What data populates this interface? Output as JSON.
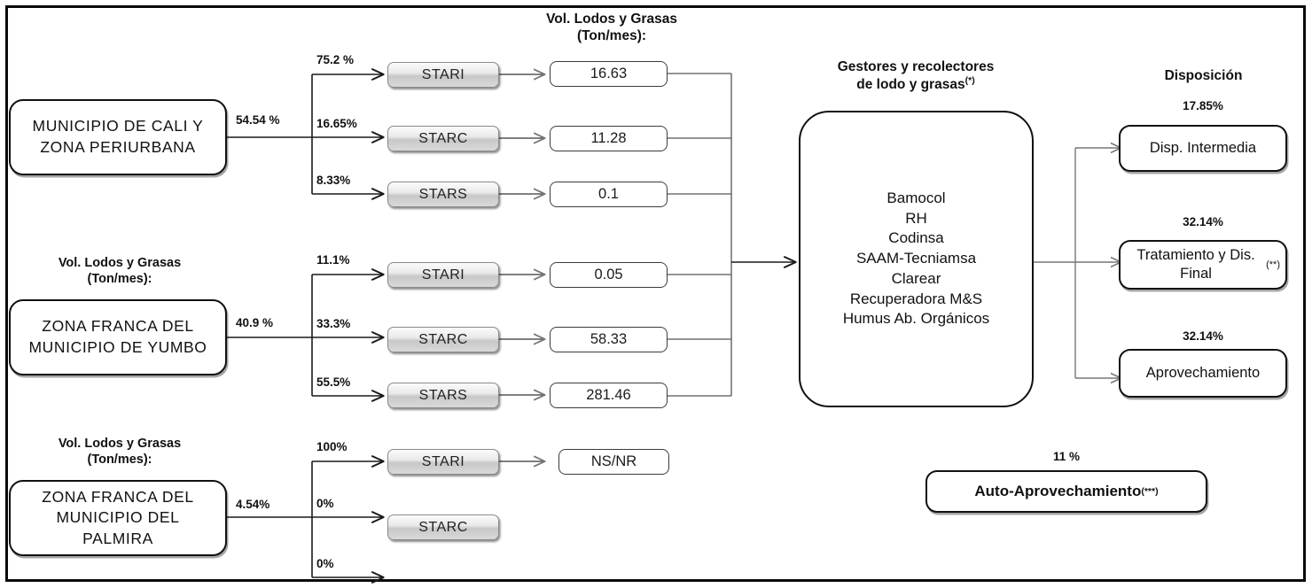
{
  "diagram": {
    "title_columns": {
      "vol_header_1": "Vol. Lodos y Grasas",
      "vol_header_2": "(Ton/mes):",
      "gestores_header_1": "Gestores y  recolectores",
      "gestores_header_2": "de lodo y grasas",
      "gestores_header_sup": "(*)",
      "disposicion_header": "Disposición"
    },
    "sources": [
      {
        "id": "cali",
        "label": "MUNICIPIO DE CALI Y ZONA PERIURBANA",
        "main_pct": "54.54 %",
        "branches": [
          {
            "pct": "75.2 %",
            "plant": "STARI",
            "value": "16.63"
          },
          {
            "pct": "16.65%",
            "plant": "STARC",
            "value": "11.28"
          },
          {
            "pct": "8.33%",
            "plant": "STARS",
            "value": "0.1"
          }
        ]
      },
      {
        "id": "yumbo",
        "caption_1": "Vol. Lodos y Grasas",
        "caption_2": "(Ton/mes):",
        "label": "ZONA FRANCA DEL MUNICIPIO DE YUMBO",
        "main_pct": "40.9 %",
        "branches": [
          {
            "pct": "11.1%",
            "plant": "STARI",
            "value": "0.05"
          },
          {
            "pct": "33.3%",
            "plant": "STARC",
            "value": "58.33"
          },
          {
            "pct": "55.5%",
            "plant": "STARS",
            "value": "281.46"
          }
        ]
      },
      {
        "id": "palmira",
        "caption_1": "Vol. Lodos y Grasas",
        "caption_2": "(Ton/mes):",
        "label": "ZONA FRANCA DEL MUNICIPIO DEL PALMIRA",
        "main_pct": "4.54%",
        "branches": [
          {
            "pct": "100%",
            "plant": "STARI",
            "value": "NS/NR"
          },
          {
            "pct": "0%",
            "plant": "STARC",
            "value": ""
          },
          {
            "pct": "0%",
            "plant": "",
            "value": ""
          }
        ]
      }
    ],
    "gestores": {
      "items": [
        "Bamocol",
        "RH",
        "Codinsa",
        "SAAM-Tecniamsa",
        "Clarear",
        "Recuperadora M&S",
        "Humus Ab. Orgánicos"
      ]
    },
    "disposicion": [
      {
        "pct": "17.85%",
        "label": "Disp. Intermedia",
        "sup": ""
      },
      {
        "pct": "32.14%",
        "label": "Tratamiento y Dis. Final ",
        "sup": "(**)"
      },
      {
        "pct": "32.14%",
        "label": "Aprovechamiento",
        "sup": ""
      }
    ],
    "auto": {
      "pct": "11 %",
      "label": "Auto-Aprovechamiento",
      "sup": "(***)"
    },
    "colors": {
      "frame": "#0a0a0a",
      "box_border": "#111111",
      "wire": "#555555",
      "wire_dark": "#1a1a1a",
      "pill_light": "#fbfbfb",
      "pill_dark": "#c8c8c8",
      "background": "#ffffff"
    }
  }
}
